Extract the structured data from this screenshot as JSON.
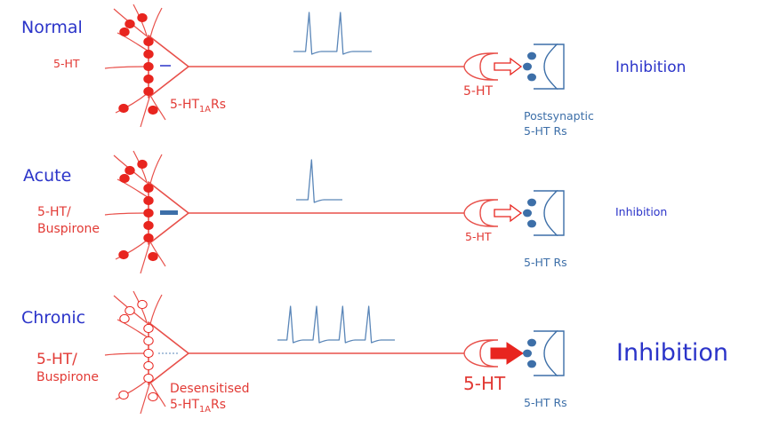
{
  "panels": [
    {
      "condition": "Normal",
      "ligand_label": "5-HT",
      "receptor_label_main": "5-HT",
      "receptor_label_sub": "1A",
      "receptor_label_tail": "Rs",
      "terminal_label": "5-HT",
      "post_label_line1": "Postsynaptic",
      "post_label_line2": "5-HT Rs",
      "outcome": "Inhibition",
      "spike_count": 2,
      "autoreceptors": "filled",
      "arrow": "open"
    },
    {
      "condition": "Acute",
      "ligand_label_line1": "5-HT/",
      "ligand_label_line2": "Buspirone",
      "terminal_label": "5-HT",
      "post_label_line1": "5-HT Rs",
      "outcome": "Inhibition",
      "spike_count": 1,
      "autoreceptors": "filled",
      "arrow": "open"
    },
    {
      "condition": "Chronic",
      "ligand_label_line1": "5-HT/",
      "ligand_label_line2": "Buspirone",
      "receptor_note": "Desensitised",
      "receptor_label_main": "5-HT",
      "receptor_label_sub": "1A",
      "receptor_label_tail": "Rs",
      "terminal_label": "5-HT",
      "post_label_line1": "5-HT Rs",
      "outcome": "Inhibition",
      "spike_count": 4,
      "autoreceptors": "open",
      "arrow": "filled"
    }
  ],
  "colors": {
    "neuron": "#e8504a",
    "autoreceptor": "#e8251f",
    "postsynaptic": "#3d6fa8",
    "trace": "#5a86b8",
    "condition_text": "#2b34c9",
    "label_red": "#e23a35",
    "label_blue": "#3d6fa8"
  }
}
